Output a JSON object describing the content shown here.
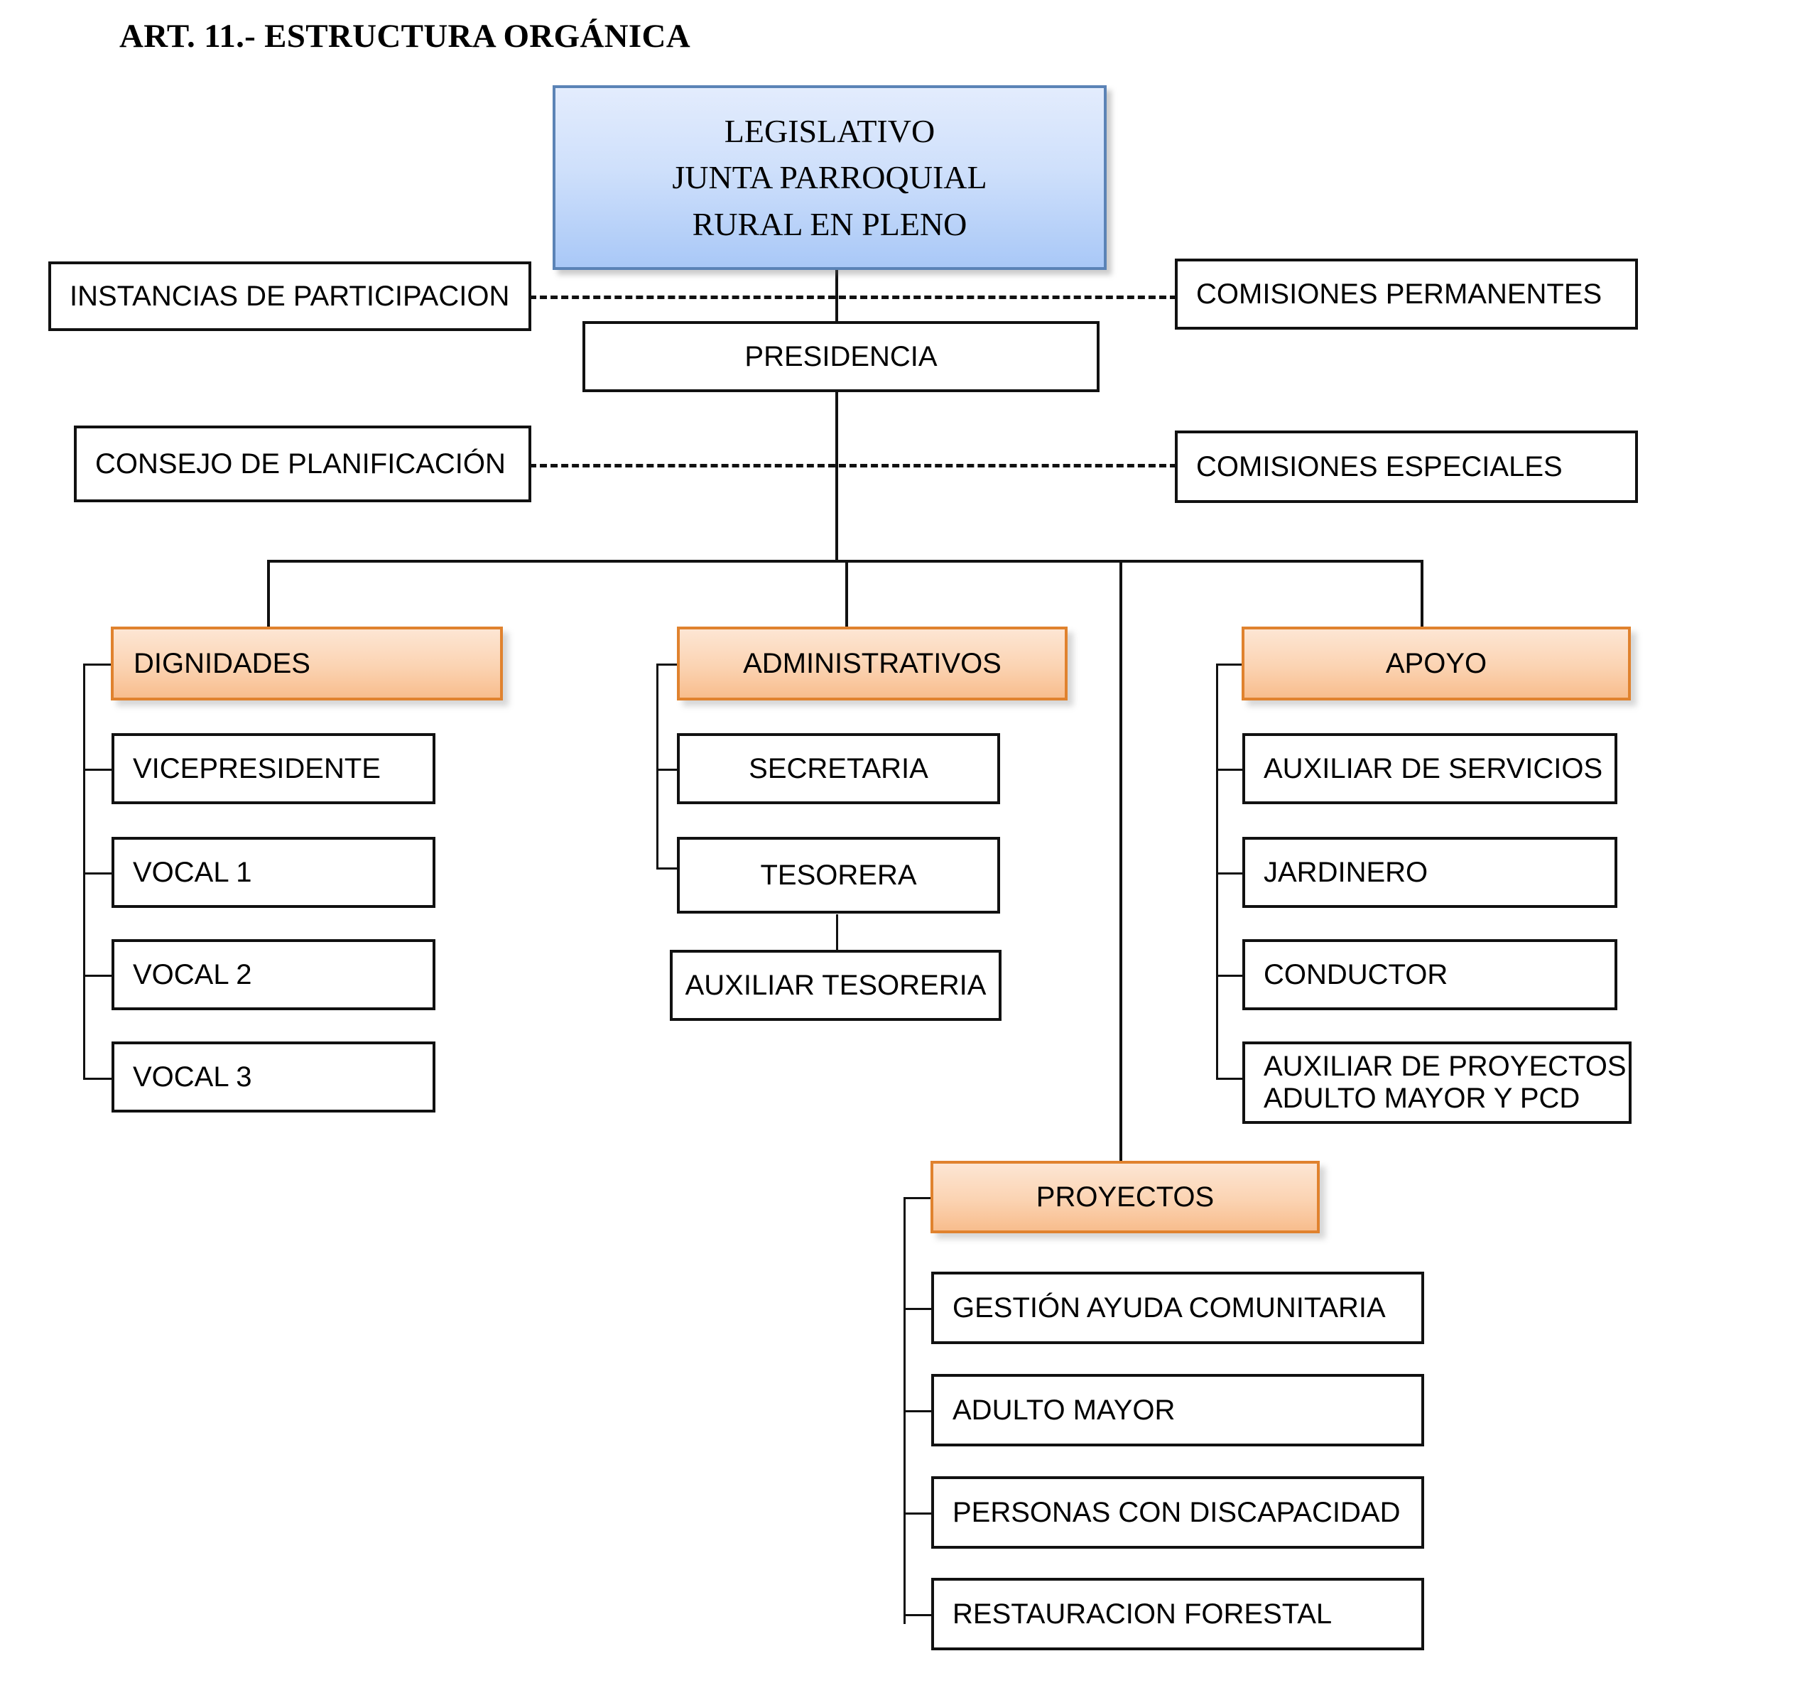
{
  "title": "ART. 11.- ESTRUCTURA ORGÁNICA",
  "colors": {
    "blue_fill_top": "#e3ecfd",
    "blue_fill_bottom": "#a9c8f7",
    "blue_border": "#5b83b6",
    "orange_fill_top": "#fde6d4",
    "orange_fill_bottom": "#f8bd8d",
    "orange_border": "#e0822e",
    "line": "#111111",
    "box_fill": "#ffffff"
  },
  "chart_data": {
    "type": "diagram",
    "title": "ART. 11.- ESTRUCTURA ORGÁNICA",
    "diagram_kind": "organizational-chart",
    "root": "LEGISLATIVO JUNTA PARROQUIAL RURAL EN PLENO",
    "nodes": [
      {
        "id": "legislativo",
        "label": "LEGISLATIVO JUNTA PARROQUIAL RURAL EN PLENO",
        "style": "blue",
        "level": 0
      },
      {
        "id": "instancias",
        "label": "INSTANCIAS DE PARTICIPACION",
        "style": "plain",
        "level": 1,
        "relation": "advisory-left"
      },
      {
        "id": "comisiones_permanentes",
        "label": "COMISIONES PERMANENTES",
        "style": "plain",
        "level": 1,
        "relation": "advisory-right"
      },
      {
        "id": "presidencia",
        "label": "PRESIDENCIA",
        "style": "plain",
        "level": 1,
        "parent": "legislativo"
      },
      {
        "id": "consejo_planificacion",
        "label": "CONSEJO DE PLANIFICACIÓN",
        "style": "plain",
        "level": 2,
        "relation": "advisory-left"
      },
      {
        "id": "comisiones_especiales",
        "label": "COMISIONES ESPECIALES",
        "style": "plain",
        "level": 2,
        "relation": "advisory-right"
      },
      {
        "id": "dignidades",
        "label": "DIGNIDADES",
        "style": "orange",
        "level": 2,
        "parent": "presidencia"
      },
      {
        "id": "administrativos",
        "label": "ADMINISTRATIVOS",
        "style": "orange",
        "level": 2,
        "parent": "presidencia"
      },
      {
        "id": "apoyo",
        "label": "APOYO",
        "style": "orange",
        "level": 2,
        "parent": "presidencia"
      },
      {
        "id": "proyectos",
        "label": "PROYECTOS",
        "style": "orange",
        "level": 2,
        "parent": "presidencia"
      },
      {
        "id": "vicepresidente",
        "label": "VICEPRESIDENTE",
        "style": "plain",
        "level": 3,
        "parent": "dignidades"
      },
      {
        "id": "vocal1",
        "label": "VOCAL 1",
        "style": "plain",
        "level": 3,
        "parent": "dignidades"
      },
      {
        "id": "vocal2",
        "label": "VOCAL 2",
        "style": "plain",
        "level": 3,
        "parent": "dignidades"
      },
      {
        "id": "vocal3",
        "label": "VOCAL 3",
        "style": "plain",
        "level": 3,
        "parent": "dignidades"
      },
      {
        "id": "secretaria",
        "label": "SECRETARIA",
        "style": "plain",
        "level": 3,
        "parent": "administrativos"
      },
      {
        "id": "tesorera",
        "label": "TESORERA",
        "style": "plain",
        "level": 3,
        "parent": "administrativos"
      },
      {
        "id": "auxiliar_tesoreria",
        "label": "AUXILIAR TESORERIA",
        "style": "plain",
        "level": 4,
        "parent": "tesorera"
      },
      {
        "id": "auxiliar_servicios",
        "label": "AUXILIAR DE SERVICIOS",
        "style": "plain",
        "level": 3,
        "parent": "apoyo"
      },
      {
        "id": "jardinero",
        "label": "JARDINERO",
        "style": "plain",
        "level": 3,
        "parent": "apoyo"
      },
      {
        "id": "conductor",
        "label": "CONDUCTOR",
        "style": "plain",
        "level": 3,
        "parent": "apoyo"
      },
      {
        "id": "auxiliar_proyectos",
        "label": "AUXILIAR DE PROYECTOS ADULTO MAYOR Y PCD",
        "style": "plain",
        "level": 3,
        "parent": "apoyo"
      },
      {
        "id": "gestion_ayuda",
        "label": "GESTIÓN AYUDA COMUNITARIA",
        "style": "plain",
        "level": 3,
        "parent": "proyectos"
      },
      {
        "id": "adulto_mayor",
        "label": "ADULTO MAYOR",
        "style": "plain",
        "level": 3,
        "parent": "proyectos"
      },
      {
        "id": "personas_discapacidad",
        "label": "PERSONAS CON DISCAPACIDAD",
        "style": "plain",
        "level": 3,
        "parent": "proyectos"
      },
      {
        "id": "restauracion_forestal",
        "label": "RESTAURACION FORESTAL",
        "style": "plain",
        "level": 3,
        "parent": "proyectos"
      }
    ],
    "edges": [
      {
        "from": "legislativo",
        "to": "presidencia",
        "style": "solid"
      },
      {
        "from": "instancias",
        "to": "comisiones_permanentes",
        "style": "dashed"
      },
      {
        "from": "consejo_planificacion",
        "to": "comisiones_especiales",
        "style": "dashed"
      },
      {
        "from": "presidencia",
        "to": "dignidades",
        "style": "solid"
      },
      {
        "from": "presidencia",
        "to": "administrativos",
        "style": "solid"
      },
      {
        "from": "presidencia",
        "to": "apoyo",
        "style": "solid"
      },
      {
        "from": "presidencia",
        "to": "proyectos",
        "style": "solid"
      },
      {
        "from": "dignidades",
        "to": "vicepresidente",
        "style": "solid"
      },
      {
        "from": "dignidades",
        "to": "vocal1",
        "style": "solid"
      },
      {
        "from": "dignidades",
        "to": "vocal2",
        "style": "solid"
      },
      {
        "from": "dignidades",
        "to": "vocal3",
        "style": "solid"
      },
      {
        "from": "administrativos",
        "to": "secretaria",
        "style": "solid"
      },
      {
        "from": "administrativos",
        "to": "tesorera",
        "style": "solid"
      },
      {
        "from": "tesorera",
        "to": "auxiliar_tesoreria",
        "style": "solid"
      },
      {
        "from": "apoyo",
        "to": "auxiliar_servicios",
        "style": "solid"
      },
      {
        "from": "apoyo",
        "to": "jardinero",
        "style": "solid"
      },
      {
        "from": "apoyo",
        "to": "conductor",
        "style": "solid"
      },
      {
        "from": "apoyo",
        "to": "auxiliar_proyectos",
        "style": "solid"
      },
      {
        "from": "proyectos",
        "to": "gestion_ayuda",
        "style": "solid"
      },
      {
        "from": "proyectos",
        "to": "adulto_mayor",
        "style": "solid"
      },
      {
        "from": "proyectos",
        "to": "personas_discapacidad",
        "style": "solid"
      },
      {
        "from": "proyectos",
        "to": "restauracion_forestal",
        "style": "solid"
      }
    ]
  },
  "top": {
    "legislativo_line1": "LEGISLATIVO",
    "legislativo_line2": "JUNTA PARROQUIAL",
    "legislativo_line3": "RURAL EN PLENO"
  },
  "advisory": {
    "instancias": "INSTANCIAS DE PARTICIPACION",
    "comisiones_permanentes": "COMISIONES PERMANENTES",
    "consejo_planificacion": "CONSEJO DE PLANIFICACIÓN",
    "comisiones_especiales": "COMISIONES ESPECIALES"
  },
  "presidencia": {
    "label": "PRESIDENCIA"
  },
  "groups": {
    "dignidades": {
      "label": "DIGNIDADES",
      "children": [
        "VICEPRESIDENTE",
        "VOCAL 1",
        "VOCAL 2",
        "VOCAL 3"
      ]
    },
    "administrativos": {
      "label": "ADMINISTRATIVOS",
      "children": [
        "SECRETARIA",
        "TESORERA"
      ],
      "sub": "AUXILIAR TESORERIA"
    },
    "apoyo": {
      "label": "APOYO",
      "children": [
        "AUXILIAR DE SERVICIOS",
        "JARDINERO",
        "CONDUCTOR"
      ],
      "last_line1": "AUXILIAR DE PROYECTOS",
      "last_line2": "ADULTO MAYOR Y PCD"
    },
    "proyectos": {
      "label": "PROYECTOS",
      "children": [
        "GESTIÓN AYUDA COMUNITARIA",
        "ADULTO MAYOR",
        "PERSONAS CON DISCAPACIDAD",
        "RESTAURACION FORESTAL"
      ]
    }
  }
}
